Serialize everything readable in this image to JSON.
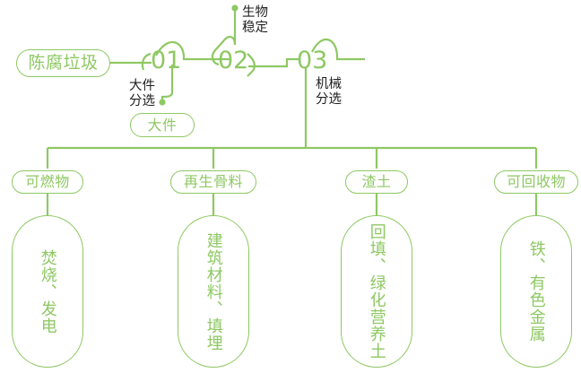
{
  "theme": {
    "line_color": "#8ec863",
    "accent_color": "#8ec863",
    "text_color": "#1f1f1f",
    "background": "#ffffff"
  },
  "source": {
    "label": "陈腐垃圾"
  },
  "steps": [
    {
      "number": "01",
      "process_label": "大件\n分选",
      "output": {
        "label": "大件"
      }
    },
    {
      "number": "02",
      "process_label": "生物\n稳定",
      "output": null
    },
    {
      "number": "03",
      "process_label": "机械\n分选",
      "output": null
    }
  ],
  "outputs": [
    {
      "category": "可燃物",
      "destination": "焚烧、发电"
    },
    {
      "category": "再生骨料",
      "destination": "建筑材料、填埋"
    },
    {
      "category": "渣土",
      "destination": "回填、绿化营养土"
    },
    {
      "category": "可回收物",
      "destination": "铁、有色金属"
    }
  ]
}
